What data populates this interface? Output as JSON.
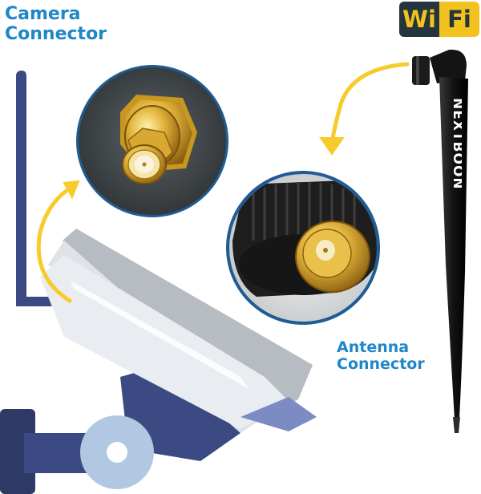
{
  "labels": {
    "camera_line1": "Camera",
    "camera_line2": "Connector",
    "antenna_line1": "Antenna",
    "antenna_line2": "Connector"
  },
  "badge": {
    "wi": "Wi",
    "fi": "Fi"
  },
  "antenna": {
    "brand": "NEXTBOON"
  },
  "colors": {
    "accent_blue": "#1f86c7",
    "arrow_yellow": "#f6cc2d",
    "gold": "#d4a42a",
    "camera_navy": "#3b4a82",
    "circle_border": "#1f5c94"
  },
  "icons": [
    "camera-icon",
    "arrow-icon",
    "wifi-badge-icon",
    "antenna-icon"
  ]
}
